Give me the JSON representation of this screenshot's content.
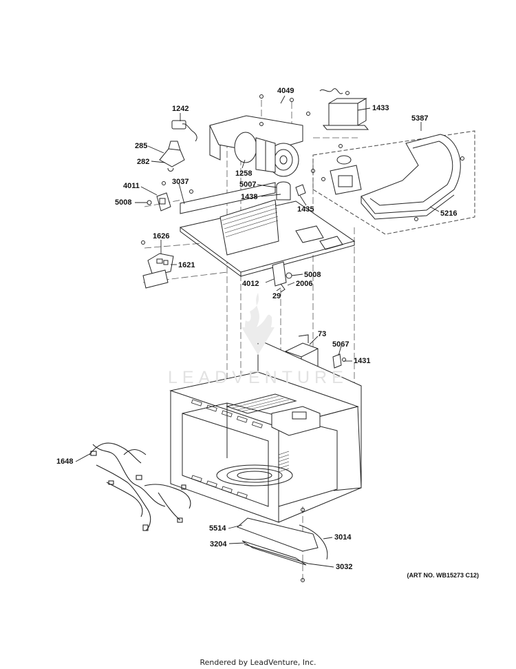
{
  "diagram": {
    "labels": {
      "p4049": "4049",
      "p1433": "1433",
      "p1242": "1242",
      "p5387": "5387",
      "p285": "285",
      "p282": "282",
      "p1258": "1258",
      "p5007": "5007",
      "p4011": "4011",
      "p3037": "3037",
      "p1438": "1438",
      "p5008a": "5008",
      "p1435": "1435",
      "p5216": "5216",
      "p1626": "1626",
      "p1621": "1621",
      "p5008b": "5008",
      "p4012": "4012",
      "p2006": "2006",
      "p29": "29",
      "p73": "73",
      "p5067": "5067",
      "p1431": "1431",
      "p1648": "1648",
      "p5514": "5514",
      "p3014": "3014",
      "p3204": "3204",
      "p3032": "3032"
    },
    "art_number": "(ART NO. WB15273 C12)",
    "watermark": "LEADVENTURE",
    "footer": "Rendered by LeadVenture, Inc."
  }
}
